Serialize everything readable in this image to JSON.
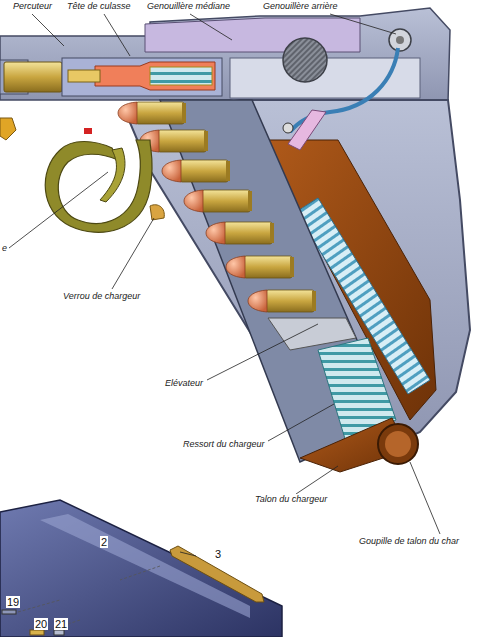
{
  "diagram": {
    "labels": [
      "Percuteur",
      "Tête de culasse",
      "Genouillère médiane",
      "Genouillère arrière",
      "e",
      "Verrou de chargeur",
      "Elévateur",
      "Ressort du chargeur",
      "Talon du chargeur",
      "Goupille de talon du char",
      "2",
      "3",
      "19",
      "20",
      "21"
    ]
  }
}
